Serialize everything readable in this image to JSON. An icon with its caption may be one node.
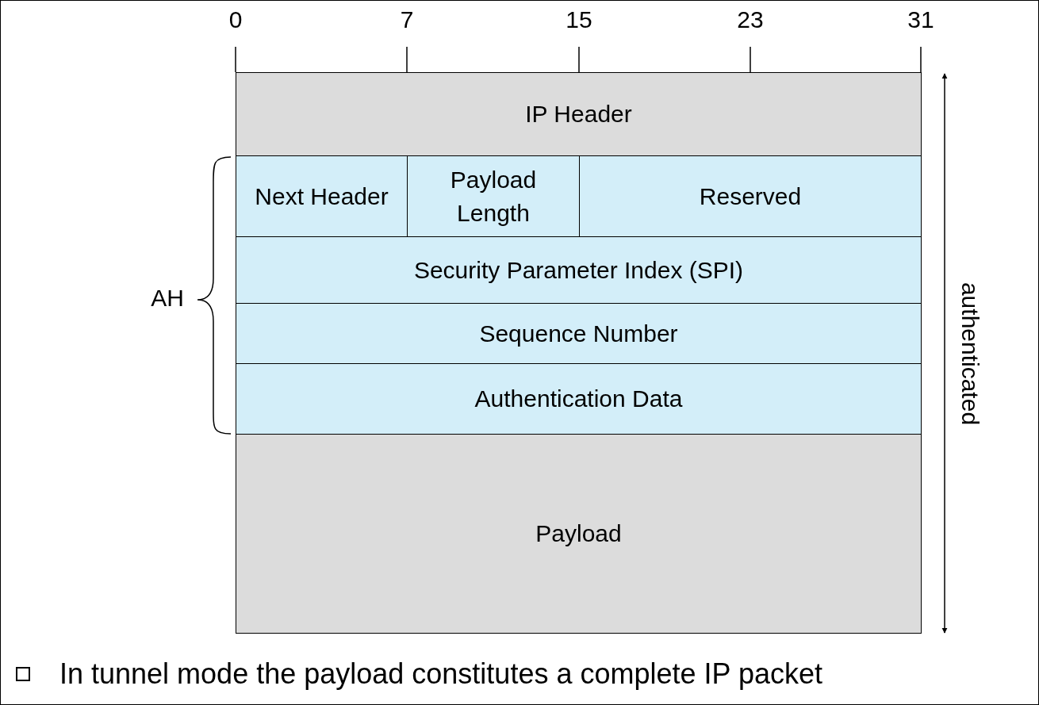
{
  "diagram": {
    "caption": "In tunnel mode the payload constitutes a complete IP packet",
    "nodes": [
      {
        "text": [
          "IP Header"
        ]
      },
      {
        "text": [
          "Next Header"
        ]
      },
      {
        "text": [
          "Payload Length"
        ]
      },
      {
        "text": [
          "Reserved"
        ]
      },
      {
        "text": [
          "Security Parameter Index (SPI)"
        ]
      },
      {
        "text": [
          "Sequence Number"
        ]
      },
      {
        "text": [
          "Authentication Data"
        ]
      },
      {
        "text": [
          "Payload"
        ]
      }
    ],
    "edges": [],
    "labels": [
      "0",
      "7",
      "15",
      "23",
      "31",
      "AH",
      "authenticated"
    ]
  }
}
